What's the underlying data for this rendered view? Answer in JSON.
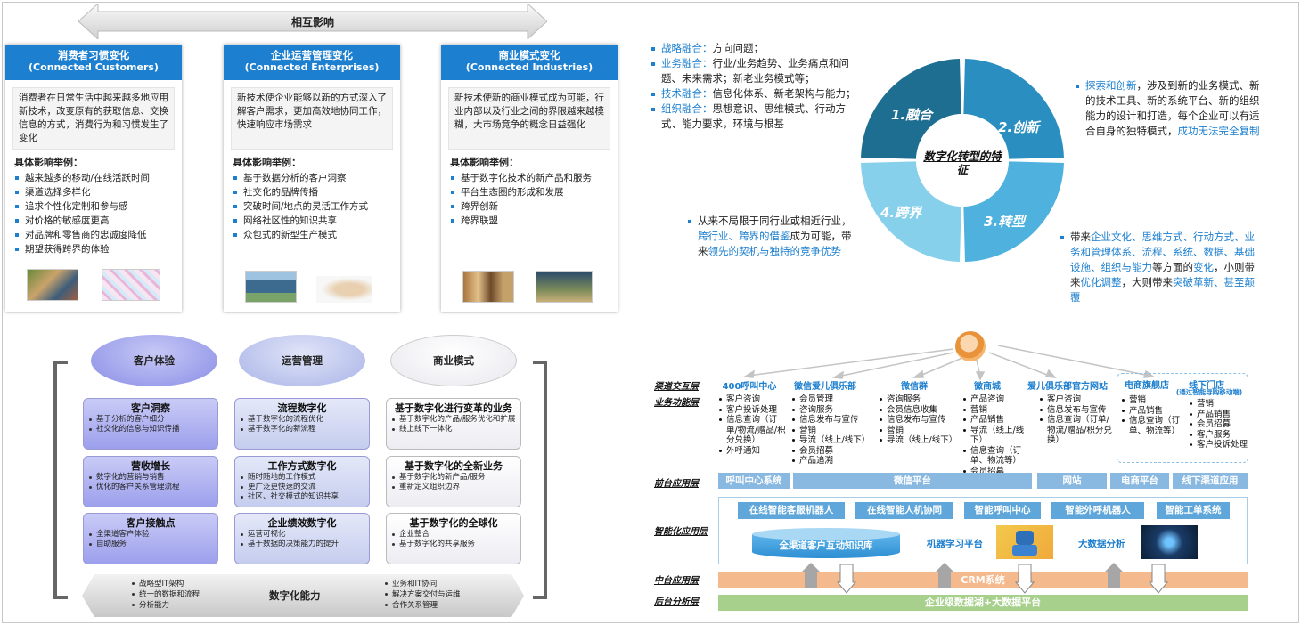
{
  "top_arrow": {
    "label": "相互影响"
  },
  "cards": [
    {
      "title": "消费者习惯变化",
      "subtitle": "(Connected Customers)",
      "description": "消费者在日常生活中越来越多地应用新技术，改变原有的获取信息、交换信息的方式，消费行为和习惯发生了变化",
      "examples_heading": "具体影响举例：",
      "examples": [
        "越来越多的移动/在线活跃时间",
        "渠道选择多样化",
        "追求个性化定制和参与感",
        "对价格的敏感度更高",
        "对品牌和零售商的忠诚度降低",
        "期望获得跨界的体验"
      ]
    },
    {
      "title": "企业运营管理变化",
      "subtitle": "(Connected Enterprises)",
      "description": "新技术使企业能够以新的方式深入了解客户需求，更加高效地协同工作，快速响应市场需求",
      "examples_heading": "具体影响举例：",
      "examples": [
        "基于数据分析的客户洞察",
        "社交化的品牌传播",
        "突破时间/地点的灵活工作方式",
        "网络社区性的知识共享",
        "众包式的新型生产模式"
      ]
    },
    {
      "title": "商业模式变化",
      "subtitle": "(Connected Industries)",
      "description": "新技术使新的商业模式成为可能，行业内部以及行业之间的界限越来越模糊，大市场竞争的概念日益强化",
      "examples_heading": "具体影响举例：",
      "examples": [
        "基于数字化技术的新产品和服务",
        "平台生态圈的形成和发展",
        "跨界创新",
        "跨界联盟"
      ]
    }
  ],
  "capability": {
    "categories": [
      "客户体验",
      "运营管理",
      "商业模式"
    ],
    "columns": [
      [
        {
          "title": "客户洞察",
          "items": [
            "基于分析的客户细分",
            "社交化的信息与知识传播"
          ]
        },
        {
          "title": "营收增长",
          "items": [
            "数字化的营销与销售",
            "优化的客户关系管理流程"
          ]
        },
        {
          "title": "客户接触点",
          "items": [
            "全渠道客户体验",
            "自助服务"
          ]
        }
      ],
      [
        {
          "title": "流程数字化",
          "items": [
            "基于数字化的流程优化",
            "基于数字化的新流程"
          ]
        },
        {
          "title": "工作方式数字化",
          "items": [
            "随时随地的工作模式",
            "更广泛更快速的交流",
            "社区、社交模式的知识共享"
          ]
        },
        {
          "title": "企业绩效数字化",
          "items": [
            "运营可视化",
            "基于数据的决策能力的提升"
          ]
        }
      ],
      [
        {
          "title": "基于数字化进行变革的业务",
          "items": [
            "基于数字化的产品/服务优化和扩展",
            "线上线下一体化"
          ]
        },
        {
          "title": "基于数字化的全新业务",
          "items": [
            "基于数字化的新产品/服务",
            "重新定义组织边界"
          ]
        },
        {
          "title": "基于数字化的全球化",
          "items": [
            "企业整合",
            "基于数字化的共享服务"
          ]
        }
      ]
    ],
    "digital": {
      "title": "数字化能力",
      "left_items": [
        "战略型IT架构",
        "统一的数据和流程",
        "分析能力"
      ],
      "right_items": [
        "业务和IT协同",
        "解决方案交付与运维",
        "合作关系管理"
      ]
    }
  },
  "fusion_list": [
    {
      "key": "战略融合：",
      "text": "方向问题；"
    },
    {
      "key": "业务融合：",
      "text": "行业/业务趋势、业务痛点和问题、未来需求；新老业务模式等；"
    },
    {
      "key": "技术融合：",
      "text": "信息化体系、新老架构与能力；"
    },
    {
      "key": "组织融合：",
      "text": "思想意识、思维模式、行动方式、能力要求，环境与根基"
    }
  ],
  "ring": {
    "center": "数字化转型的特征",
    "segments": [
      "1.融合",
      "2.创新",
      "3.转型",
      "4.跨界"
    ],
    "colors": [
      "#1e6e91",
      "#2a8fc0",
      "#4eb1de",
      "#86d0ec"
    ]
  },
  "notes": {
    "innovation": {
      "hl1": "探索和创新",
      "t1": "，涉及到新的业务模式、新的技术工具、新的系统平台、新的组织能力的设计和打造，每个企业可以有适合自身的独特模式，",
      "hl2": "成功无法完全复制"
    },
    "crossover": {
      "t1": "从来不局限于同行业或相近行业，",
      "hl1": "跨行业、跨界的借鉴",
      "t2": "成为可能，带来",
      "hl2": "领先的契机与独特的竞争优势"
    },
    "transform": {
      "t1": "带来",
      "hl1": "企业文化、思维方式、行动方式、业务和管理体系、流程、系统、数据、基础设施、组织与能力",
      "t2": "等方面的",
      "hl2": "变化",
      "t3": "，小则带来",
      "hl3": "优化调整",
      "t4": "，大则带来",
      "hl4": "突破革新、甚至颠覆"
    }
  },
  "architecture": {
    "layers": [
      "渠道交互层",
      "业务功能层",
      "前台应用层",
      "智能化应用层",
      "中台应用层",
      "后台分析层"
    ],
    "channels": [
      {
        "name": "400呼叫中心",
        "functions": [
          "客户咨询",
          "客户投诉处理",
          "信息查询（订单/物流/赠品/积分兑换）",
          "外呼通知"
        ]
      },
      {
        "name": "微信爱儿俱乐部",
        "functions": [
          "会员管理",
          "咨询服务",
          "信息发布与宣传",
          "营销",
          "导流（线上/线下）",
          "会员招募",
          "产品追溯"
        ]
      },
      {
        "name": "微信群",
        "functions": [
          "咨询服务",
          "会员信息收集",
          "信息发布与宣传",
          "营销",
          "导流（线上/线下）"
        ]
      },
      {
        "name": "微商城",
        "functions": [
          "产品咨询",
          "营销",
          "产品销售",
          "导流（线上/线下）",
          "信息查询（订单、物流等）",
          "会员招募"
        ]
      },
      {
        "name": "爱儿俱乐部官方网站",
        "functions": [
          "客户咨询",
          "信息发布与宣传",
          "信息查询（订单/物流/赠品/积分兑换）"
        ]
      }
    ],
    "online_channel": {
      "name": "电商旗舰店",
      "functions": [
        "营销",
        "产品销售",
        "信息查询（订单、物流等）"
      ]
    },
    "offline_channel": {
      "name": "线下门店",
      "note": "(通过智能导购移动端)",
      "functions": [
        "营销",
        "产品销售",
        "会员招募",
        "客户服务",
        "客户投诉处理"
      ]
    },
    "front_apps": [
      "呼叫中心系统",
      "微信平台",
      "网站",
      "电商平台",
      "线下渠道应用"
    ],
    "smart_apps": [
      "在线智能客服机器人",
      "在线智能人机协同",
      "智能呼叫中心",
      "智能外呼机器人",
      "智能工单系统"
    ],
    "smart_labels": {
      "kb": "全渠道客户互动知识库",
      "ml": "机器学习平台",
      "bigdata": "大数据分析"
    },
    "middle": "CRM系统",
    "backend": "企业级数据湖+大数据平台"
  }
}
